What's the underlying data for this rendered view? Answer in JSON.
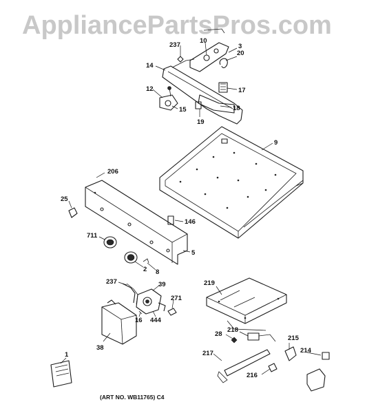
{
  "watermark": "AppliancePartsPros.com",
  "caption": "(ART NO. WB11765) C4",
  "labels": {
    "p237a": "237",
    "p10": "10",
    "p3": "3",
    "p20": "20",
    "p14": "14",
    "p17": "17",
    "p12": "12",
    "p15": "15",
    "p18": "18",
    "p19": "19",
    "p9": "9",
    "p206": "206",
    "p25": "25",
    "p146": "146",
    "p711": "711",
    "p5": "5",
    "p2": "2",
    "p8": "8",
    "p237b": "237",
    "p39": "39",
    "p271": "271",
    "p16": "16",
    "p444": "444",
    "p38": "38",
    "p219": "219",
    "p28": "28",
    "p218": "218",
    "p215": "215",
    "p217": "217",
    "p214": "214",
    "p216": "216",
    "p1": "1"
  }
}
